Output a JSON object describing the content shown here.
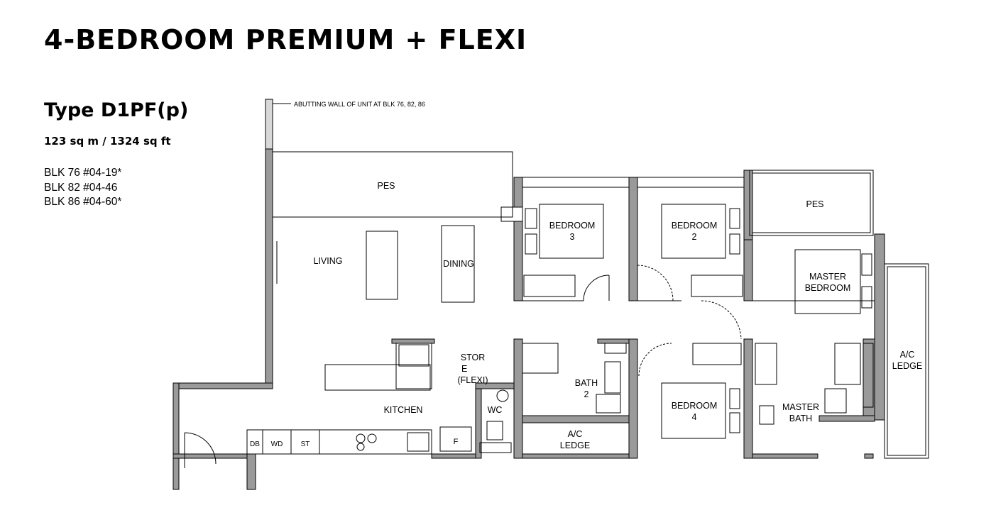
{
  "title": "4-BEDROOM PREMIUM + FLEXI",
  "unit_type": "Type D1PF(p)",
  "area": "123 sq m / 1324 sq ft",
  "blocks": [
    "BLK 76 #04-19*",
    "BLK 82 #04-46",
    "BLK 86 #04-60*"
  ],
  "plan": {
    "abutting_note": "ABUTTING WALL OF UNIT AT BLK 76, 82, 86",
    "pes_main": "PES",
    "pes_master": "PES",
    "living": "LIVING",
    "dining": "DINING",
    "bedroom3": [
      "BEDROOM",
      "3"
    ],
    "bedroom2": [
      "BEDROOM",
      "2"
    ],
    "master_bedroom": [
      "MASTER",
      "BEDROOM"
    ],
    "store": [
      "STOR",
      "E",
      "(FLEXI)"
    ],
    "bath2": [
      "BATH",
      "2"
    ],
    "wc": "WC",
    "kitchen": "KITCHEN",
    "bedroom4": [
      "BEDROOM",
      "4"
    ],
    "master_bath": [
      "MASTER",
      "BATH"
    ],
    "ac_ledge_right": [
      "A/C",
      "LEDGE"
    ],
    "ac_ledge_bottom": [
      "A/C",
      "LEDGE"
    ],
    "db": "DB",
    "wd": "WD",
    "st": "ST",
    "fridge": "F"
  },
  "colors": {
    "wall": "#9a9a9a",
    "line": "#000000"
  }
}
